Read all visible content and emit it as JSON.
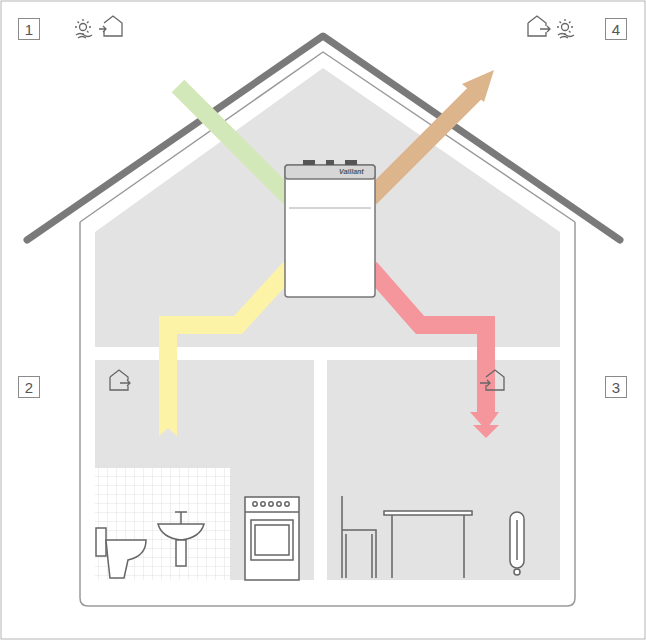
{
  "diagram": {
    "nodes": [
      {
        "text": [
          "1"
        ]
      },
      {
        "text": [
          "2"
        ]
      },
      {
        "text": [
          "3"
        ]
      },
      {
        "text": [
          "4"
        ]
      }
    ],
    "labels": [
      "Vaillant"
    ]
  }
}
